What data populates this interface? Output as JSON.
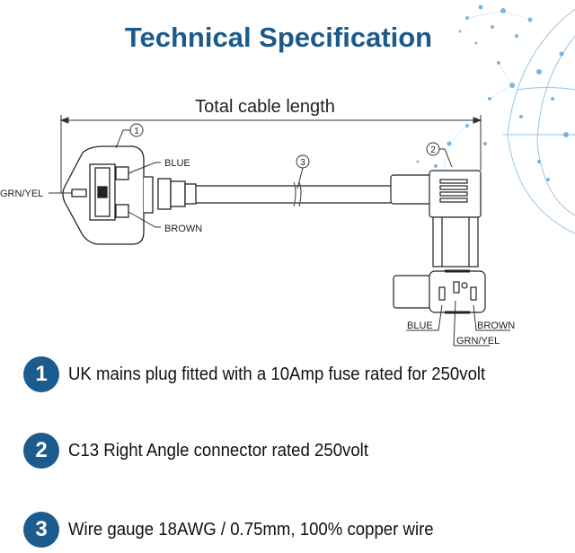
{
  "title": "Technical Specification",
  "diagram": {
    "dimension_label": "Total cable length",
    "callouts": [
      "1",
      "2",
      "3"
    ],
    "plug_labels": {
      "blue": "BLUE",
      "brown": "BROWN",
      "earth": "GRN/YEL"
    },
    "connector_labels": {
      "blue": "BLUE",
      "brown": "BROWN",
      "earth": "GRN/YEL"
    }
  },
  "specs": [
    {
      "number": "1",
      "text": "UK mains plug fitted with a 10Amp fuse rated for 250volt"
    },
    {
      "number": "2",
      "text": "C13 Right Angle connector rated 250volt"
    },
    {
      "number": "3",
      "text": "Wire gauge 18AWG / 0.75mm, 100% copper wire"
    }
  ],
  "colors": {
    "accent": "#1c5b8e",
    "title": "#1b5a8a",
    "decoration": "#4a9fd8"
  }
}
